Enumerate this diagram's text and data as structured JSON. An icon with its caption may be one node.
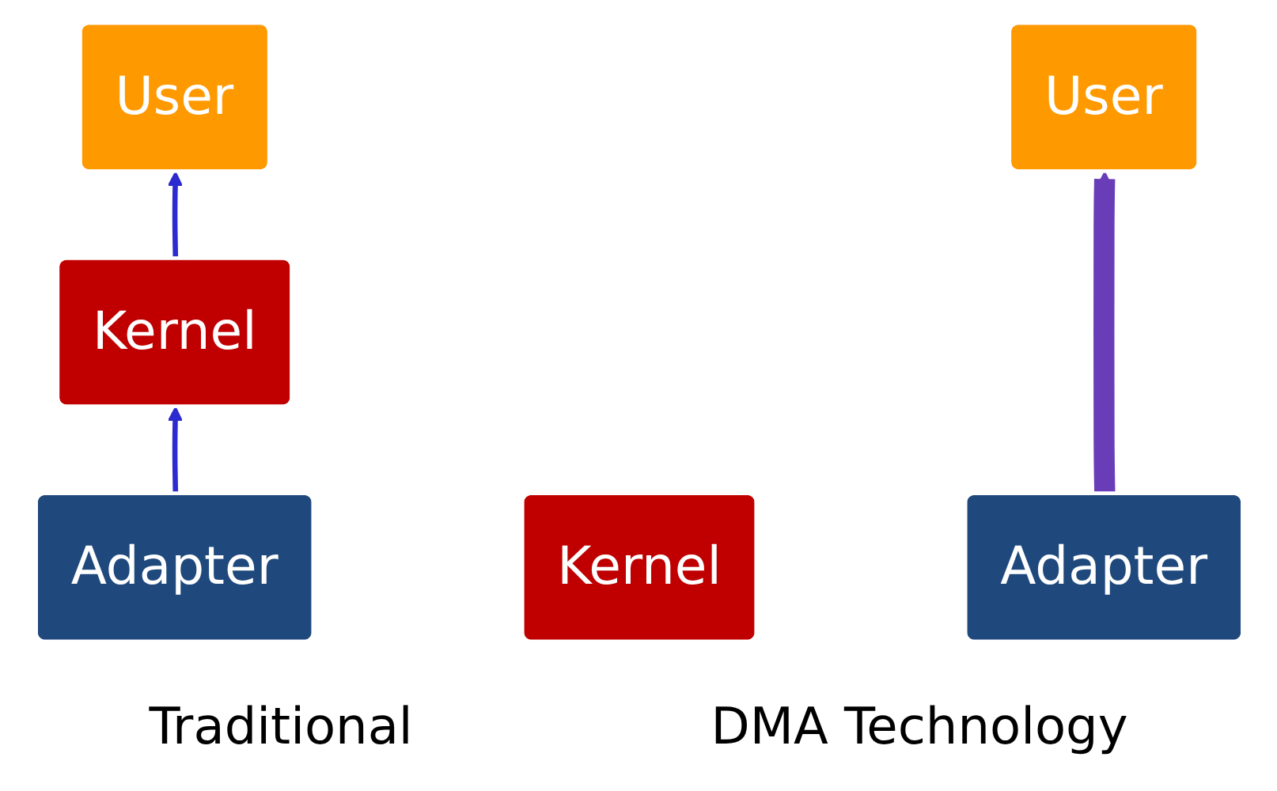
{
  "diagram": {
    "nodes": [
      {
        "text": [
          "User"
        ]
      },
      {
        "text": [
          "Kernel"
        ]
      },
      {
        "text": [
          "Adapter"
        ]
      },
      {
        "text": [
          "User"
        ]
      },
      {
        "text": [
          "Kernel"
        ]
      },
      {
        "text": [
          "Adapter"
        ]
      }
    ],
    "edges": [
      {
        "from": 2,
        "to": 1,
        "arrow": "to"
      },
      {
        "from": 1,
        "to": 0,
        "arrow": "to"
      },
      {
        "from": 5,
        "to": 3,
        "arrow": "to",
        "style": "thick",
        "color": "#6a3db8"
      }
    ],
    "labels": [
      "Traditional",
      "DMA Technology"
    ]
  }
}
